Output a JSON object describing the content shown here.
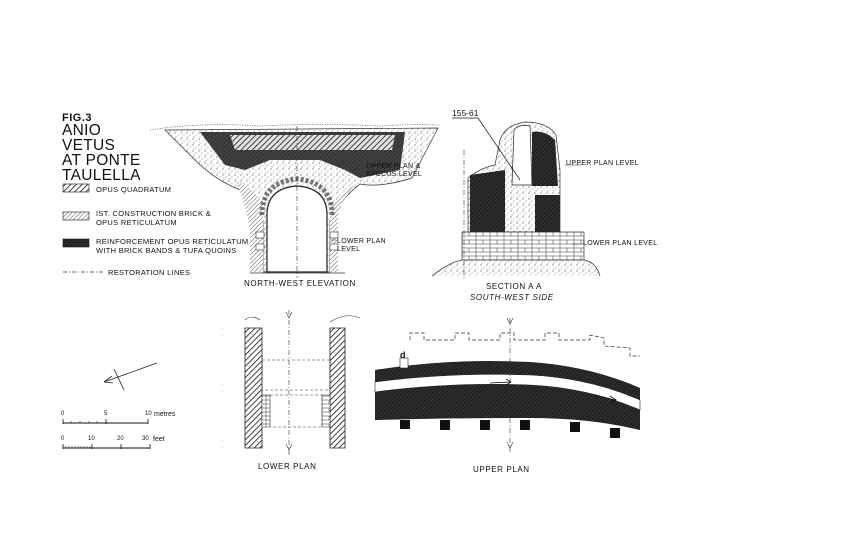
{
  "title": {
    "fig": "FIG.3",
    "line1": "ANIO VETUS",
    "line2": "AT PONTE",
    "line3": "TAULELLA"
  },
  "legend": [
    {
      "label": "OPUS QUADRATUM"
    },
    {
      "label": "IST. CONSTRUCTION BRICK &",
      "label2": "OPUS RETICULATUM"
    },
    {
      "label": "REINFORCEMENT OPUS RETICULATUM",
      "label2": "WITH BRICK BANDS & TUFA QUOINS"
    },
    {
      "label": "RESTORATION LINES"
    }
  ],
  "elevation": {
    "upper_label": "UPPER PLAN &",
    "upper_label2": "SPECUS LEVEL",
    "lower_label": "LOWER PLAN",
    "lower_label2": "LEVEL",
    "caption": "NORTH-WEST ELEVATION"
  },
  "section": {
    "ref": "155-61",
    "upper_label": "UPPER PLAN LEVEL",
    "lower_label": "LOWER PLAN LEVEL",
    "caption": "SECTION A A",
    "subcaption": "SOUTH-WEST SIDE"
  },
  "plans": {
    "lower_caption": "LOWER PLAN",
    "upper_caption": "UPPER PLAN",
    "d_label": "d"
  },
  "scale": {
    "metres_ticks": [
      "0",
      "5",
      "10"
    ],
    "metres_unit": "metres",
    "feet_ticks": [
      "0",
      "10",
      "20",
      "30"
    ],
    "feet_unit": "feet"
  }
}
